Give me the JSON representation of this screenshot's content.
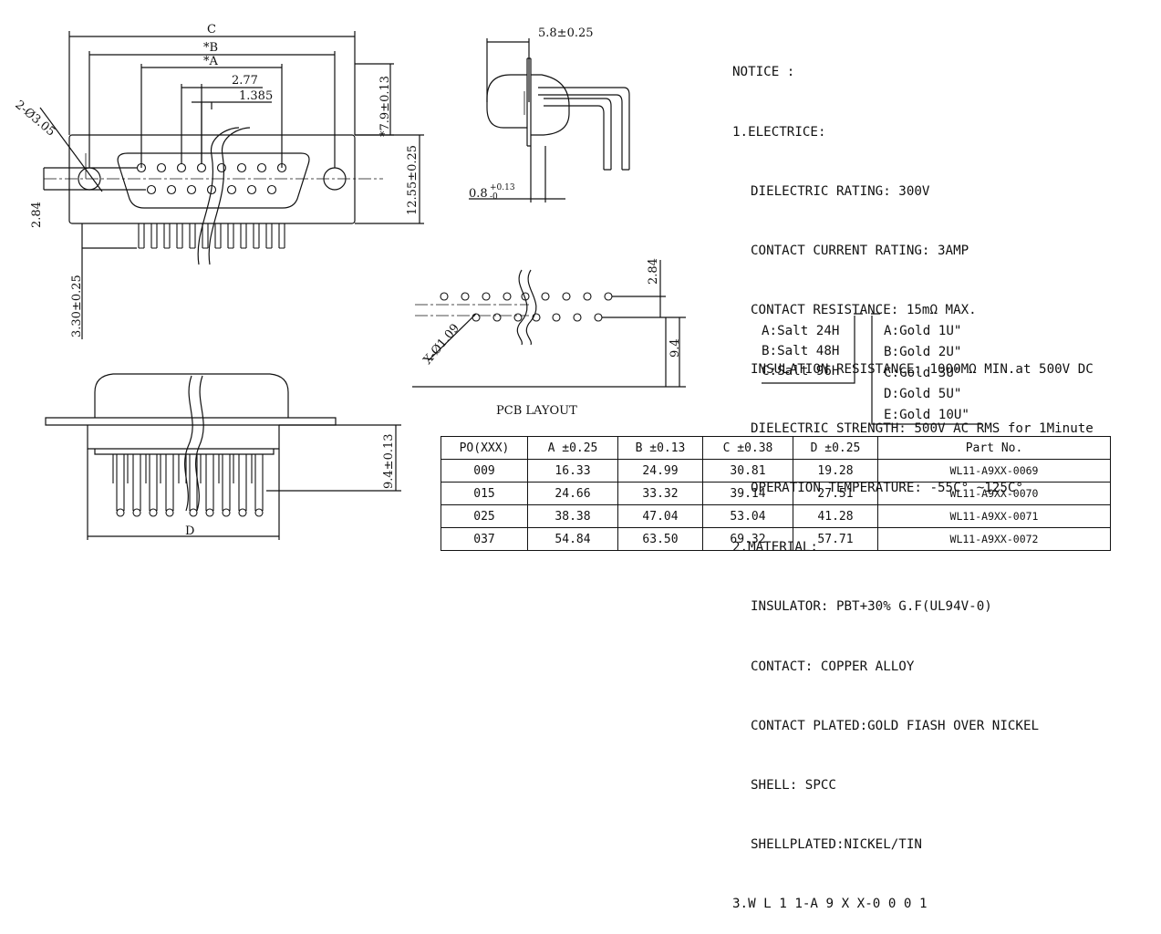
{
  "front_view": {
    "dim_c": "C",
    "dim_b": "*B",
    "dim_a": "*A",
    "dim_pitch": "2.77",
    "dim_half_pitch": "1.385",
    "dim_mount_hole": "2-Ø3.05",
    "dim_height": "*7.9±0.13",
    "dim_shell": "12.55±0.25",
    "dim_row": "2.84",
    "dim_tail": "3.30±0.25"
  },
  "side_view": {
    "dim_depth": "5.8±0.25",
    "dim_flange": "0.8",
    "dim_flange_tol": "+0.13",
    "dim_flange_tol_low": "-0"
  },
  "pcb_layout": {
    "dim_row": "2.84",
    "dim_hole": "X-Ø1.09",
    "dim_offset": "9.4",
    "caption": "PCB LAYOUT"
  },
  "bottom_view": {
    "dim_d": "D",
    "dim_pin": "9.4±0.13"
  },
  "notice": {
    "title": "NOTICE :",
    "electric_heading": "1.ELECTRICE:",
    "electric_items": [
      "DIELECTRIC RATING: 300V",
      "CONTACT CURRENT RATING: 3AMP",
      "CONTACT RESISTANCE: 15mΩ MAX.",
      "INSULATION RESISTANCE: 1000MΩ MIN.at 500V DC",
      "DIELECTRIC STRENGTH: 500V AC RMS for 1Minute",
      "OPERATION TEMPERATURE: -55C° ~125C°"
    ],
    "material_heading": "2.MATERIAL:",
    "material_items": [
      "INSULATOR: PBT+30% G.F(UL94V-0)",
      "CONTACT: COPPER ALLOY",
      "CONTACT PLATED:GOLD FIASH OVER NICKEL",
      "SHELL: SPCC",
      "SHELLPLATED:NICKEL/TIN"
    ],
    "code_line": "3.W L 1 1-A 9 X X-0 0 0 1",
    "salt_options": [
      "A:Salt 24H",
      "B:Salt 48H",
      "C:Salt 96H"
    ],
    "gold_options": [
      "A:Gold 1U\"",
      "B:Gold 2U\"",
      "C:Gold 3U\"",
      "D:Gold 5U\"",
      "E:Gold 10U\""
    ]
  },
  "table": {
    "headers": [
      "PO(XXX)",
      "A ±0.25",
      "B ±0.13",
      "C ±0.38",
      "D ±0.25",
      "Part   No."
    ],
    "rows": [
      [
        "009",
        "16.33",
        "24.99",
        "30.81",
        "19.28",
        "WL11-A9XX-0069"
      ],
      [
        "015",
        "24.66",
        "33.32",
        "39.14",
        "27.51",
        "WL11-A9XX-0070"
      ],
      [
        "025",
        "38.38",
        "47.04",
        "53.04",
        "41.28",
        "WL11-A9XX-0071"
      ],
      [
        "037",
        "54.84",
        "63.50",
        "69.32",
        "57.71",
        "WL11-A9XX-0072"
      ]
    ]
  }
}
